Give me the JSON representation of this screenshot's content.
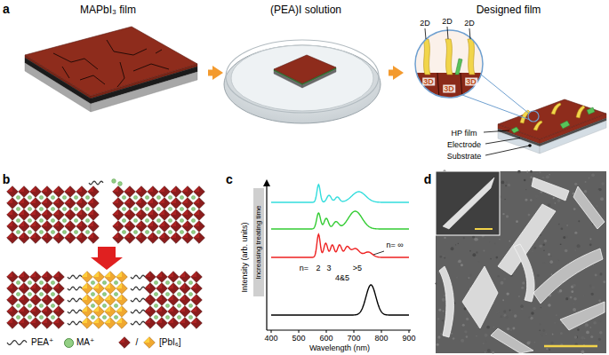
{
  "diagram": {
    "nodes": [
      {
        "text": [
          "MAPbI₃ film"
        ]
      },
      {
        "text": [
          "(PEA)I solution"
        ]
      },
      {
        "text": [
          "Designed film"
        ]
      }
    ],
    "edges": [
      {
        "from": 0,
        "to": 1,
        "arrow": "to"
      },
      {
        "from": 1,
        "to": 2,
        "arrow": "to"
      }
    ],
    "labels": [
      "a",
      "2D",
      "2D",
      "2D",
      "3D",
      "3D",
      "3D",
      "HP film",
      "Electrode",
      "Substrate",
      "b",
      "/",
      "c",
      "Increasing treating time",
      "n=",
      "2",
      "3",
      "4&5",
      ">5",
      "n= ∞",
      "Intensity (arb. units)",
      "Wavelength (nm)",
      "400",
      "500",
      "600",
      "700",
      "800",
      "900",
      "d"
    ],
    "legend": [
      {
        "text": "PEA⁺"
      },
      {
        "text": "MA⁺",
        "color": "#93cf84"
      },
      {
        "text": "[PbI₆]"
      }
    ]
  }
}
